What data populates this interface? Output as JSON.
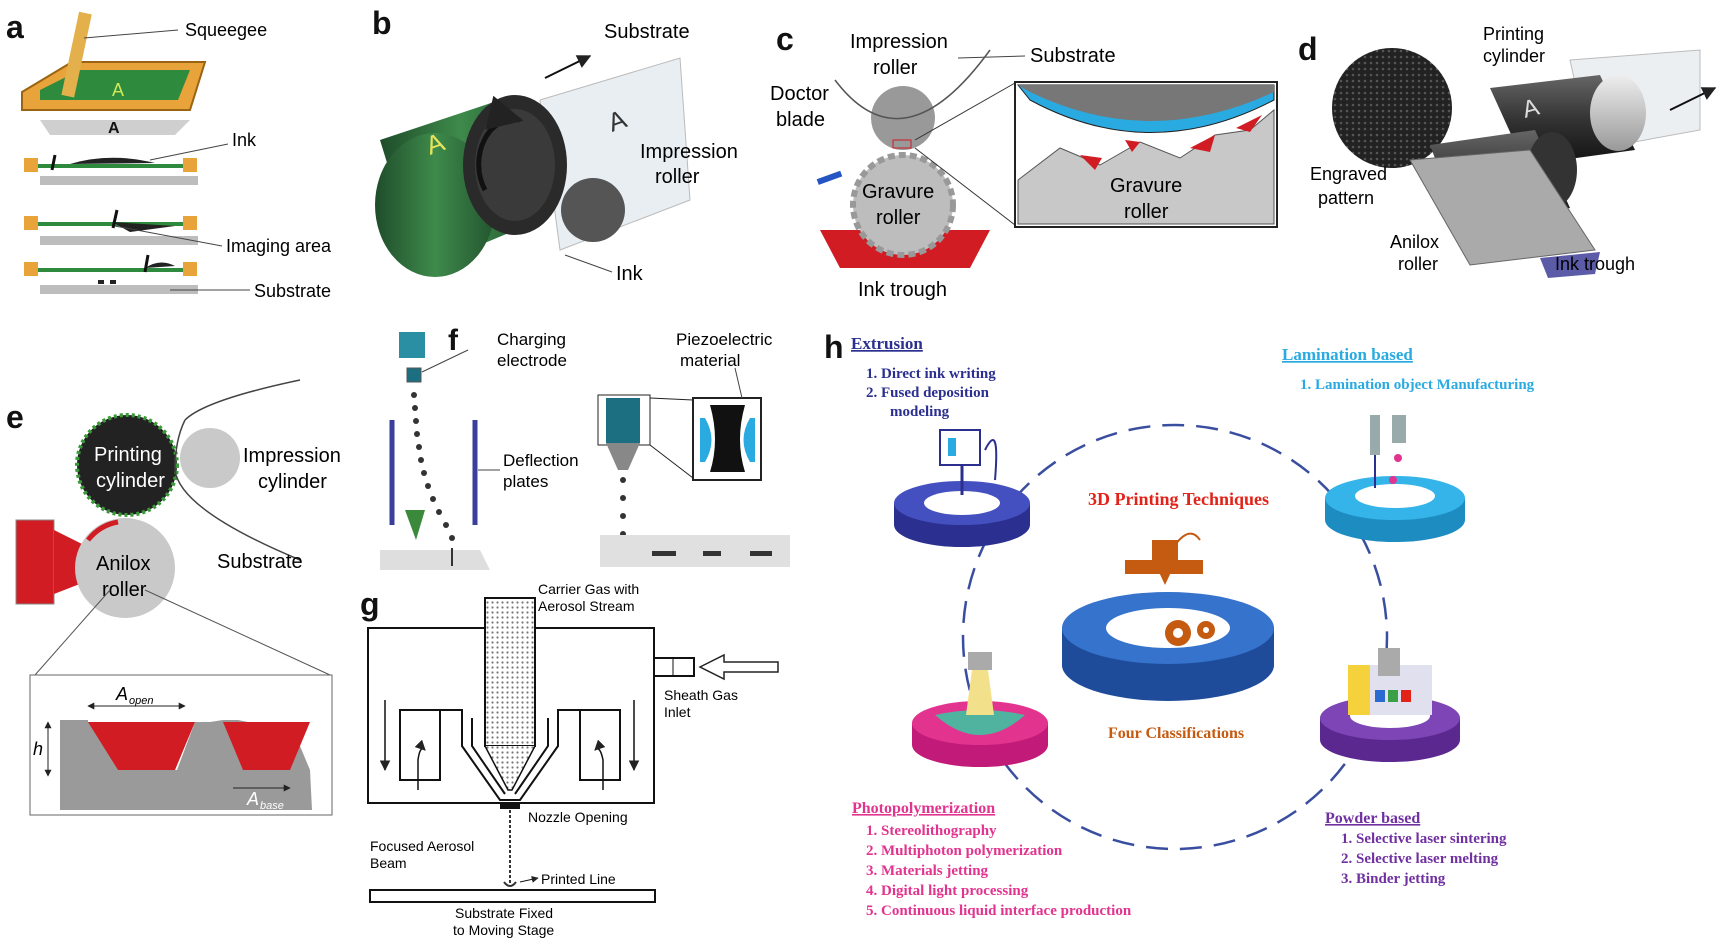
{
  "panels": {
    "a": {
      "letter": "a",
      "squeegee": "Squeegee",
      "ink": "Ink",
      "imaging_area": "Imaging area",
      "substrate": "Substrate",
      "stencil_letter": "A"
    },
    "b": {
      "letter": "b",
      "substrate": "Substrate",
      "impression_roller_1": "Impression",
      "impression_roller_2": "roller",
      "ink": "Ink",
      "cyl_letter": "A"
    },
    "c": {
      "letter": "c",
      "impression_1": "Impression",
      "impression_2": "roller",
      "substrate": "Substrate",
      "doctor_1": "Doctor",
      "doctor_2": "blade",
      "gravure_1": "Gravure",
      "gravure_2": "roller",
      "zoom_gravure_1": "Gravure",
      "zoom_gravure_2": "roller",
      "ink_trough": "Ink trough"
    },
    "d": {
      "letter": "d",
      "printing_1": "Printing",
      "printing_2": "cylinder",
      "engraved_1": "Engraved",
      "engraved_2": "pattern",
      "anilox_1": "Anilox",
      "anilox_2": "roller",
      "ink_trough": "Ink trough",
      "cyl_letter": "A"
    },
    "e": {
      "letter": "e",
      "printing_1": "Printing",
      "printing_2": "cylinder",
      "impression_1": "Impression",
      "impression_2": "cylinder",
      "anilox_1": "Anilox",
      "anilox_2": "roller",
      "substrate": "Substrate",
      "a_open": "A",
      "a_open_sub": "open",
      "a_base": "A",
      "a_base_sub": "base",
      "h": "h"
    },
    "f": {
      "letter": "f",
      "charging_1": "Charging",
      "charging_2": "electrode",
      "deflection_1": "Deflection",
      "deflection_2": "plates",
      "piezo_1": "Piezoelectric",
      "piezo_2": "material"
    },
    "g": {
      "letter": "g",
      "carrier_1": "Carrier Gas with",
      "carrier_2": "Aerosol Stream",
      "sheath_1": "Sheath Gas",
      "sheath_2": "Inlet",
      "nozzle": "Nozzle Opening",
      "focused_1": "Focused Aerosol",
      "focused_2": "Beam",
      "printed_line": "Printed Line",
      "substrate_1": "Substrate Fixed",
      "substrate_2": "to Moving Stage"
    },
    "h": {
      "letter": "h",
      "center_title": "3D Printing Techniques",
      "center_subtitle": "Four Classifications",
      "extrusion": {
        "title": "Extrusion",
        "items": [
          "1.  Direct ink writing",
          "2.  Fused      deposition",
          "modeling"
        ]
      },
      "lamination": {
        "title": "Lamination based",
        "items": [
          "1.  Lamination object Manufacturing"
        ]
      },
      "photopolymerization": {
        "title": "Photopolymerization",
        "items": [
          "1.  Stereolithography",
          "2.  Multiphoton polymerization",
          "3.  Materials jetting",
          "4.  Digital light processing",
          "5.  Continuous liquid interface production"
        ]
      },
      "powder": {
        "title": "Powder based",
        "items": [
          "1.  Selective laser sintering",
          "2.  Selective laser melting",
          "3.  Binder jetting"
        ]
      }
    }
  },
  "colors": {
    "ink_red": "#d01c22",
    "blue_dark": "#2b2f8f",
    "blue_light": "#29abe2",
    "pink": "#e2338f",
    "purple": "#7030a0",
    "orange": "#c55a11",
    "green_dark": "#2f6b3a"
  }
}
